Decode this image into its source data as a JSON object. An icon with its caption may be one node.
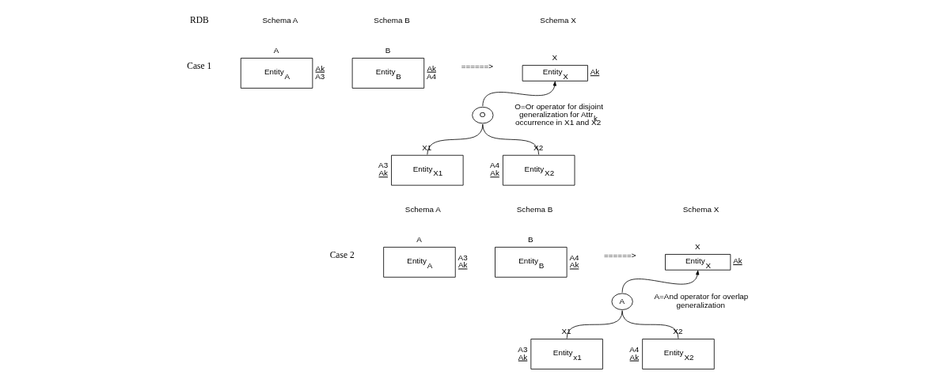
{
  "diagram": {
    "nodes": [
      {
        "text": [
          "Entity$_{A}$"
        ],
        "beside": [
          "A",
          "Ak",
          "A3"
        ]
      },
      {
        "text": [
          "Entity$_{B}$"
        ],
        "beside": [
          "B",
          "Ak",
          "A4"
        ]
      },
      {
        "text": [
          "Entity$_{X}$"
        ],
        "beside": [
          "X",
          "Ak"
        ]
      },
      {
        "text": [
          "O"
        ]
      },
      {
        "text": [
          "Entity$_{X1}$"
        ],
        "beside": [
          "X1",
          "A3",
          "Ak"
        ]
      },
      {
        "text": [
          "Entity$_{X2}$"
        ],
        "beside": [
          "X2",
          "A4",
          "Ak"
        ]
      },
      {
        "text": [
          "Entity$_{A}$"
        ],
        "beside": [
          "A",
          "A3",
          "Ak"
        ]
      },
      {
        "text": [
          "Entity$_{B}$"
        ],
        "beside": [
          "B",
          "A4",
          "Ak"
        ]
      },
      {
        "text": [
          "Entity$_{X}$"
        ],
        "beside": [
          "X",
          "Ak"
        ]
      },
      {
        "text": [
          "A"
        ]
      },
      {
        "text": [
          "Entity$_{x1}$"
        ],
        "beside": [
          "X1",
          "A3",
          "Ak"
        ]
      },
      {
        "text": [
          "Entity$_{X2}$"
        ],
        "beside": [
          "X2",
          "A4",
          "Ak"
        ]
      }
    ],
    "edges": [
      {
        "from": 3,
        "to": 2,
        "arrow": "to"
      },
      {
        "from": 3,
        "to": 4,
        "arrow": "none"
      },
      {
        "from": 3,
        "to": 5,
        "arrow": "none"
      },
      {
        "from": 9,
        "to": 8,
        "arrow": "to"
      },
      {
        "from": 9,
        "to": 10,
        "arrow": "none"
      },
      {
        "from": 9,
        "to": 11,
        "arrow": "none"
      }
    ],
    "labels": [
      "RDB",
      "Schema A",
      "Schema B",
      "Schema X",
      "Case 1",
      "======>",
      "O=Or operator for disjoint generalization for Attr$_{k}$ occurrence in X1 and X2",
      "Schema A",
      "Schema B",
      "Schema X",
      "Case 2",
      "======>",
      "A=And operator for overlap generalization"
    ]
  }
}
